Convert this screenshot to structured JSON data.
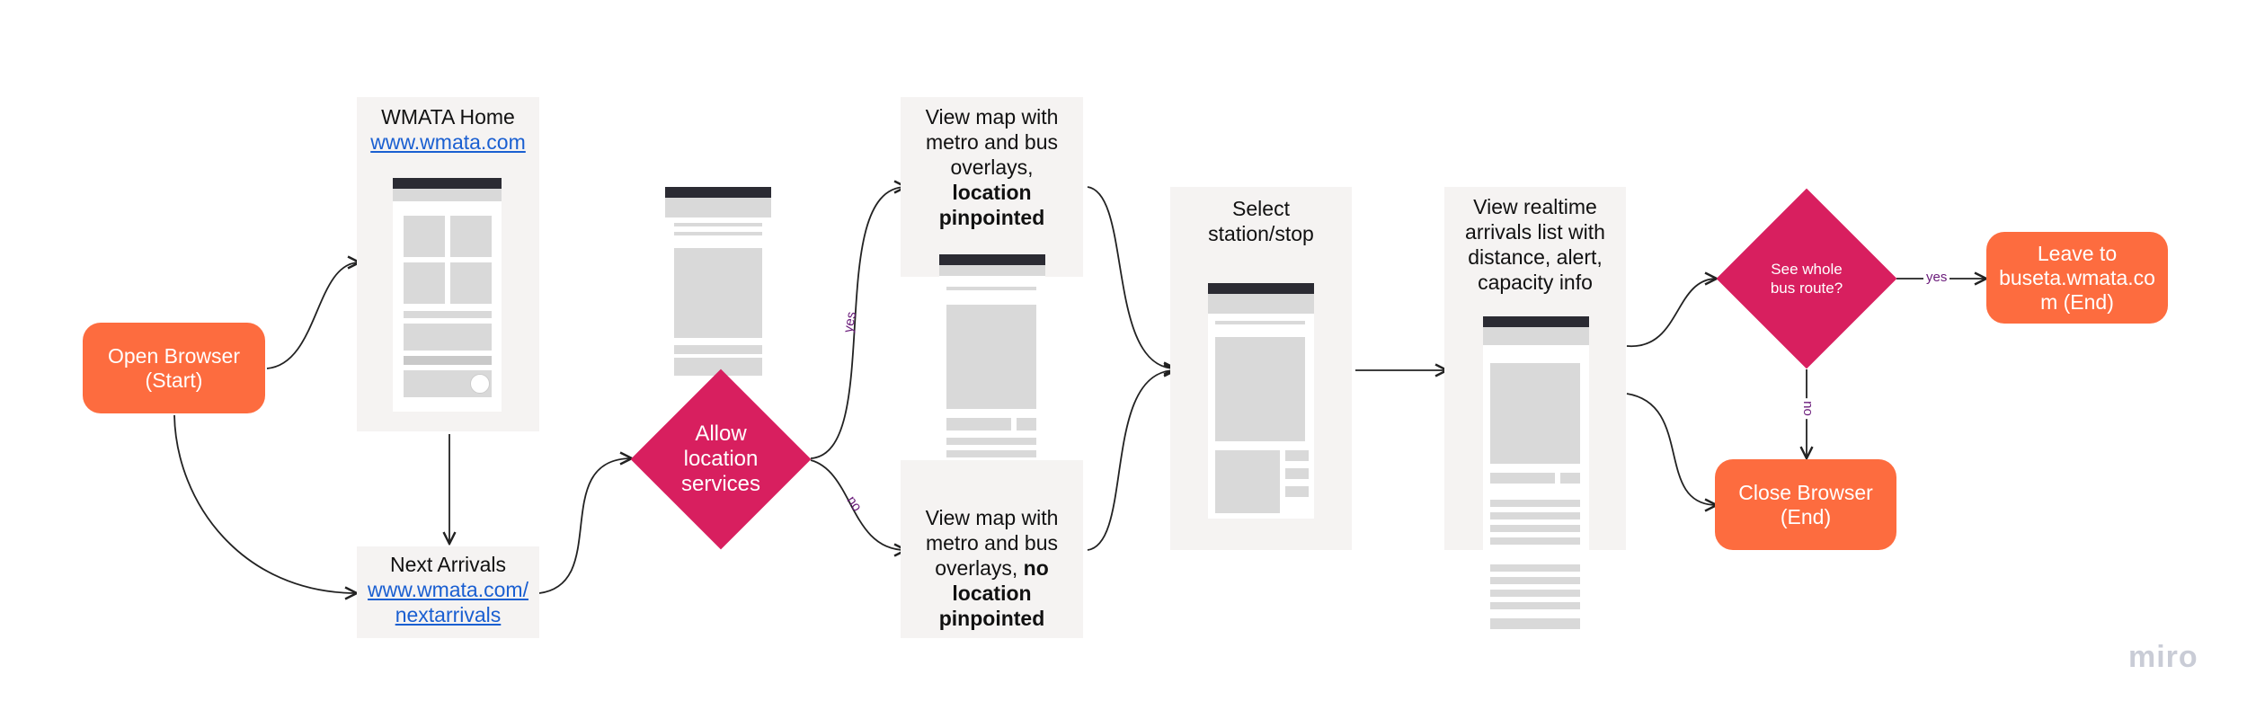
{
  "nodes": {
    "open_browser": "Open Browser\n(Start)",
    "wmata_home": {
      "title": "WMATA Home",
      "link": "www.wmata.com"
    },
    "next_arrivals": {
      "title": "Next Arrivals",
      "link1": "www.wmata.com/",
      "link2": "nextarrivals"
    },
    "allow_location": "Allow\nlocation\nservices",
    "map_pinpointed": {
      "l1": "View map with",
      "l2": "metro and bus",
      "l3": "overlays,",
      "l4": "location",
      "l5": "pinpointed"
    },
    "map_no_pin": {
      "l1": "View map with",
      "l2": "metro and bus",
      "l3a": "overlays, ",
      "l3b": "no",
      "l4": "location",
      "l5": "pinpointed"
    },
    "select_station": "Select\nstation/stop",
    "realtime_list": "View realtime\narrivals list with\ndistance, alert,\ncapacity info",
    "see_route": "See whole\nbus route?",
    "leave_to": "Leave to\nbuseta.wmata.co\nm (End)",
    "close_browser": "Close Browser\n(End)"
  },
  "edges": {
    "yes": "yes",
    "no": "no",
    "yes2": "yes",
    "no2": "no"
  },
  "watermark": "miro",
  "colors": {
    "start_end": "#fd6c3f",
    "decision": "#d81f5f",
    "card": "#f5f3f2",
    "link": "#1a5fd1",
    "edge_label": "#6a1b7a"
  }
}
